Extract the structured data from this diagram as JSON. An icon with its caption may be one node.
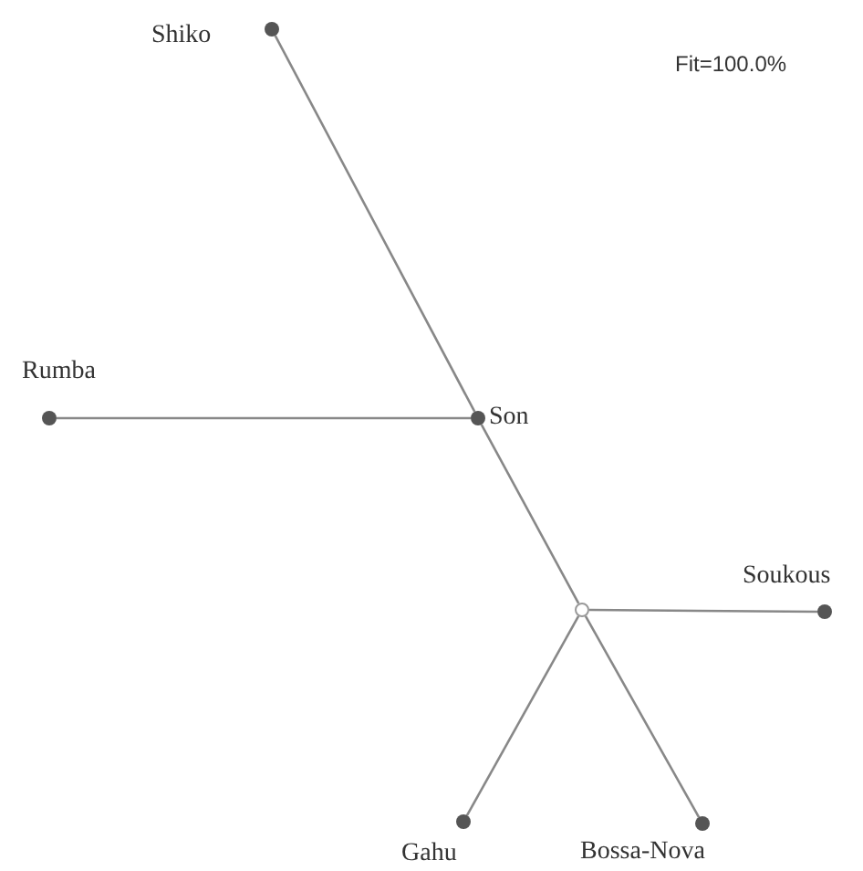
{
  "diagram": {
    "nodes": [
      {
        "text": [
          "Shiko"
        ]
      },
      {
        "text": [
          "Rumba"
        ]
      },
      {
        "text": [
          "Son"
        ]
      },
      {
        "text": [],
        "shape": "circle"
      },
      {
        "text": [
          "Soukous"
        ]
      },
      {
        "text": [
          "Gahu"
        ]
      },
      {
        "text": [
          "Bossa-Nova"
        ]
      }
    ],
    "edges": [
      {
        "from": 0,
        "to": 2,
        "arrow": "none"
      },
      {
        "from": 1,
        "to": 2,
        "arrow": "none"
      },
      {
        "from": 2,
        "to": 3,
        "arrow": "none"
      },
      {
        "from": 3,
        "to": 4,
        "arrow": "none"
      },
      {
        "from": 3,
        "to": 5,
        "arrow": "none"
      },
      {
        "from": 3,
        "to": 6,
        "arrow": "none"
      }
    ],
    "labels": [
      "Fit=100.0%"
    ]
  }
}
